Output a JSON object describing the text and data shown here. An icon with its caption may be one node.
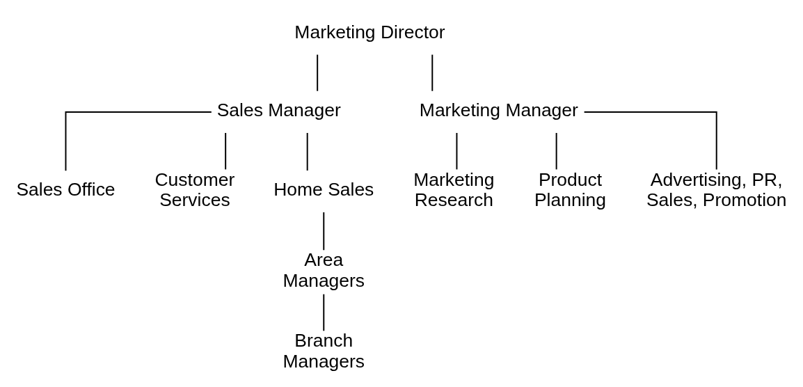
{
  "diagram": {
    "nodes": [
      {
        "text": [
          "Marketing Director"
        ]
      },
      {
        "text": [
          "Sales Manager"
        ]
      },
      {
        "text": [
          "Marketing Manager"
        ]
      },
      {
        "text": [
          "Sales Office"
        ]
      },
      {
        "text": [
          "Customer Services"
        ]
      },
      {
        "text": [
          "Home Sales"
        ]
      },
      {
        "text": [
          "Area Managers"
        ]
      },
      {
        "text": [
          "Branch Managers"
        ]
      },
      {
        "text": [
          "Marketing Research"
        ]
      },
      {
        "text": [
          "Product Planning"
        ]
      },
      {
        "text": [
          "Advertising, PR, Sales, Promotion"
        ]
      }
    ],
    "edges": [
      {
        "from": 0,
        "to": 1,
        "arrow": "none"
      },
      {
        "from": 0,
        "to": 2,
        "arrow": "none"
      },
      {
        "from": 1,
        "to": 3,
        "arrow": "none"
      },
      {
        "from": 1,
        "to": 4,
        "arrow": "none"
      },
      {
        "from": 1,
        "to": 5,
        "arrow": "none"
      },
      {
        "from": 5,
        "to": 6,
        "arrow": "none"
      },
      {
        "from": 6,
        "to": 7,
        "arrow": "none"
      },
      {
        "from": 2,
        "to": 8,
        "arrow": "none"
      },
      {
        "from": 2,
        "to": 9,
        "arrow": "none"
      },
      {
        "from": 2,
        "to": 10,
        "arrow": "none"
      }
    ]
  }
}
